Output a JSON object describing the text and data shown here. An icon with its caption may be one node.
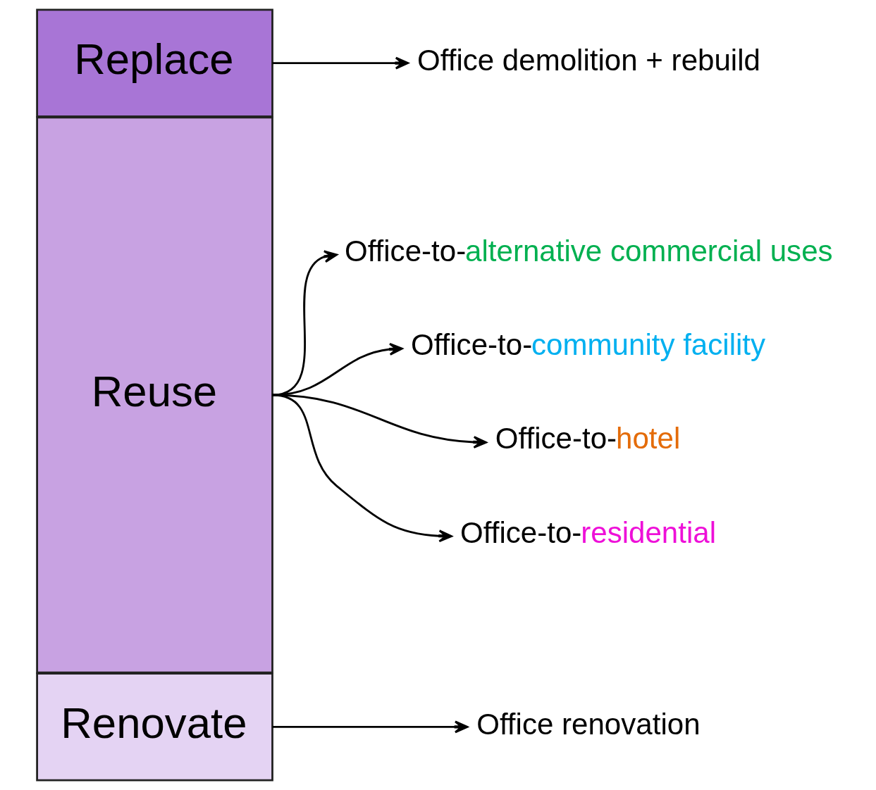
{
  "diagram": {
    "nodes": [
      {
        "text": [
          "Renovate"
        ]
      },
      {
        "text": [
          "Reuse"
        ]
      },
      {
        "text": [
          "Replace"
        ]
      },
      {
        "text": [
          "Office renovation"
        ]
      },
      {
        "text": [
          "Office-to-",
          "alternative commercial uses"
        ]
      },
      {
        "text": [
          "Office-to-",
          "community facility"
        ]
      },
      {
        "text": [
          "Office-to-",
          "hotel"
        ]
      },
      {
        "text": [
          "Office-to-",
          "residential"
        ]
      },
      {
        "text": [
          "Office demolition + rebuild"
        ]
      }
    ],
    "edges": [
      {
        "from": 0,
        "to": 3,
        "arrow": "to"
      },
      {
        "from": 1,
        "to": 4,
        "arrow": "to"
      },
      {
        "from": 1,
        "to": 5,
        "arrow": "to"
      },
      {
        "from": 1,
        "to": 6,
        "arrow": "to"
      },
      {
        "from": 1,
        "to": 7,
        "arrow": "to"
      },
      {
        "from": 2,
        "to": 8,
        "arrow": "to"
      }
    ]
  }
}
